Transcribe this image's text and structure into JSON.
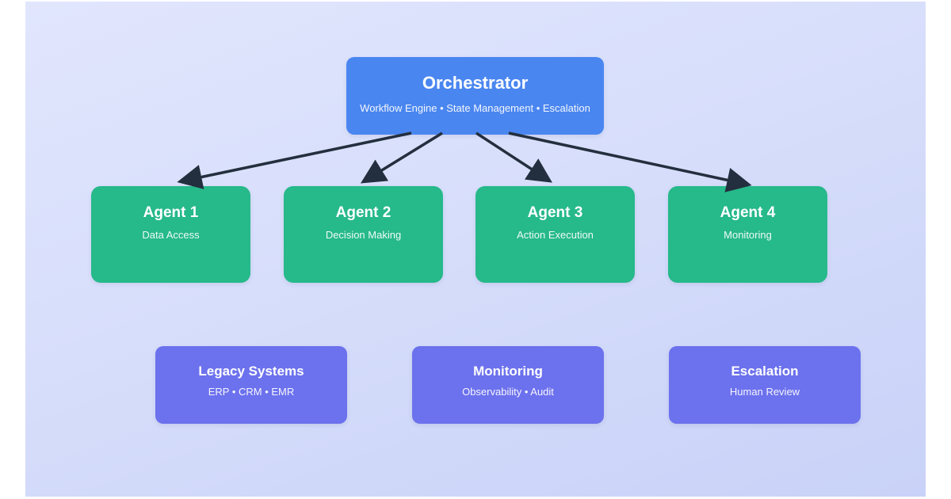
{
  "diagram": {
    "orchestrator": {
      "title": "Orchestrator",
      "subtitle": "Workflow Engine • State Management • Escalation"
    },
    "agents": [
      {
        "id": "agent-1",
        "title": "Agent 1",
        "subtitle": "Data Access"
      },
      {
        "id": "agent-2",
        "title": "Agent 2",
        "subtitle": "Decision Making"
      },
      {
        "id": "agent-3",
        "title": "Agent 3",
        "subtitle": "Action Execution"
      },
      {
        "id": "agent-4",
        "title": "Agent 4",
        "subtitle": "Monitoring"
      }
    ],
    "systems": [
      {
        "id": "legacy-systems",
        "title": "Legacy Systems",
        "subtitle": "ERP • CRM • EMR"
      },
      {
        "id": "monitoring",
        "title": "Monitoring",
        "subtitle": "Observability • Audit"
      },
      {
        "id": "escalation",
        "title": "Escalation",
        "subtitle": "Human Review"
      }
    ],
    "connections": [
      {
        "from": "orchestrator",
        "to": "agent-1"
      },
      {
        "from": "orchestrator",
        "to": "agent-2"
      },
      {
        "from": "orchestrator",
        "to": "agent-3"
      },
      {
        "from": "orchestrator",
        "to": "agent-4"
      }
    ],
    "colors": {
      "orchestrator_fill": "#4a86f0",
      "agent_fill": "#26b98a",
      "system_fill": "#6c71ed",
      "arrow": "#232f3e",
      "background_from": "#e1e6fd",
      "background_to": "#c9d2f8",
      "text": "#ffffff"
    }
  }
}
